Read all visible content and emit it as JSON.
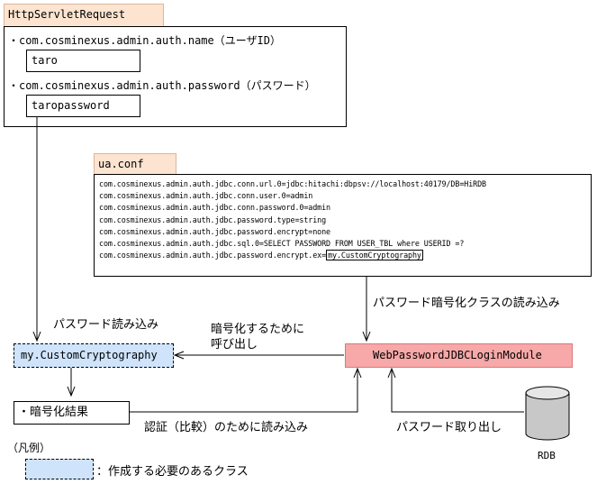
{
  "request": {
    "title": "HttpServletRequest",
    "param_name": "・com.cosminexus.admin.auth.name（ユーザID）",
    "name_value": "taro",
    "param_password": "・com.cosminexus.admin.auth.password（パスワード）",
    "password_value": "taropassword"
  },
  "conf": {
    "title": "ua.conf",
    "lines": [
      "com.cosminexus.admin.auth.jdbc.conn.url.0=jdbc:hitachi:dbpsv://localhost:40179/DB=HiRDB",
      "com.cosminexus.admin.auth.jdbc.conn.user.0=admin",
      "com.cosminexus.admin.auth.jdbc.conn.password.0=admin",
      "com.cosminexus.admin.auth.jdbc.password.type=string",
      "com.cosminexus.admin.auth.jdbc.password.encrypt=none",
      "com.cosminexus.admin.auth.jdbc.sql.0=SELECT PASSWORD FROM USER_TBL where USERID =?",
      "com.cosminexus.admin.auth.jdbc.password.encrypt.ex="
    ],
    "highlight_value": "my.CustomCryptography"
  },
  "labels": {
    "load_class": "パスワード暗号化クラスの読み込み",
    "load_password": "パスワード読み込み",
    "call_for_encrypt_1": "暗号化するために",
    "call_for_encrypt_2": "呼び出し",
    "load_for_auth": "認証（比較）のために読み込み",
    "fetch_password": "パスワード取り出し"
  },
  "nodes": {
    "custom_class": "my.CustomCryptography",
    "login_module": "WebPasswordJDBCLoginModule",
    "result": "・暗号化結果",
    "db": "RDB"
  },
  "legend": {
    "title": "（凡例）",
    "desc": "：作成する必要のあるクラス"
  },
  "colors": {
    "tab_fill": "#fce4d0",
    "custom_class_fill": "#cfe4fb",
    "login_module_fill": "#f7a8a8"
  }
}
